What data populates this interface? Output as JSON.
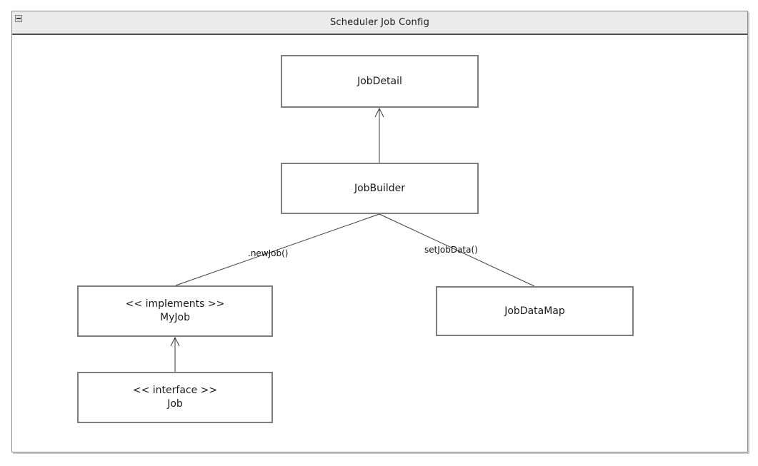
{
  "window": {
    "title": "Scheduler Job Config",
    "menu_icon": "window-menu-icon"
  },
  "colors": {
    "titlebar_bg": "#ebebeb",
    "titlebar_separator": "#4f4f4f",
    "window_border": "#8c8c8c",
    "node_border": "#7e7e7e",
    "node_fill": "#ffffff",
    "edge_line": "#3a3a3a",
    "text": "#1a1a1a"
  },
  "diagram": {
    "nodes": [
      {
        "label": "JobDetail"
      },
      {
        "label": "JobBuilder"
      },
      {
        "stereotype": "<< implements >>",
        "label": "MyJob"
      },
      {
        "label": "JobDataMap"
      },
      {
        "stereotype": "<< interface >>",
        "label": "Job"
      }
    ],
    "edges": [
      {
        "from": "JobBuilder",
        "to": "JobDetail",
        "style": "open-arrow",
        "label": ""
      },
      {
        "from": "JobBuilder",
        "to": "MyJob",
        "style": "plain",
        "label": ".newJob()"
      },
      {
        "from": "JobBuilder",
        "to": "JobDataMap",
        "style": "plain",
        "label": "setJobData()"
      },
      {
        "from": "Job",
        "to": "MyJob",
        "style": "open-arrow",
        "label": ""
      }
    ]
  }
}
